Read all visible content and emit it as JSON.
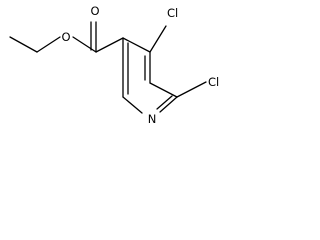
{
  "molecule": {
    "atoms": {
      "ring_nitrogen": "N",
      "carbonyl_oxygen": "O",
      "ester_oxygen": "O",
      "chlorine_4": "Cl",
      "chlorine_6": "Cl"
    },
    "colors": {
      "bond": "#000000",
      "label": "#000000",
      "background": "#ffffff"
    }
  }
}
